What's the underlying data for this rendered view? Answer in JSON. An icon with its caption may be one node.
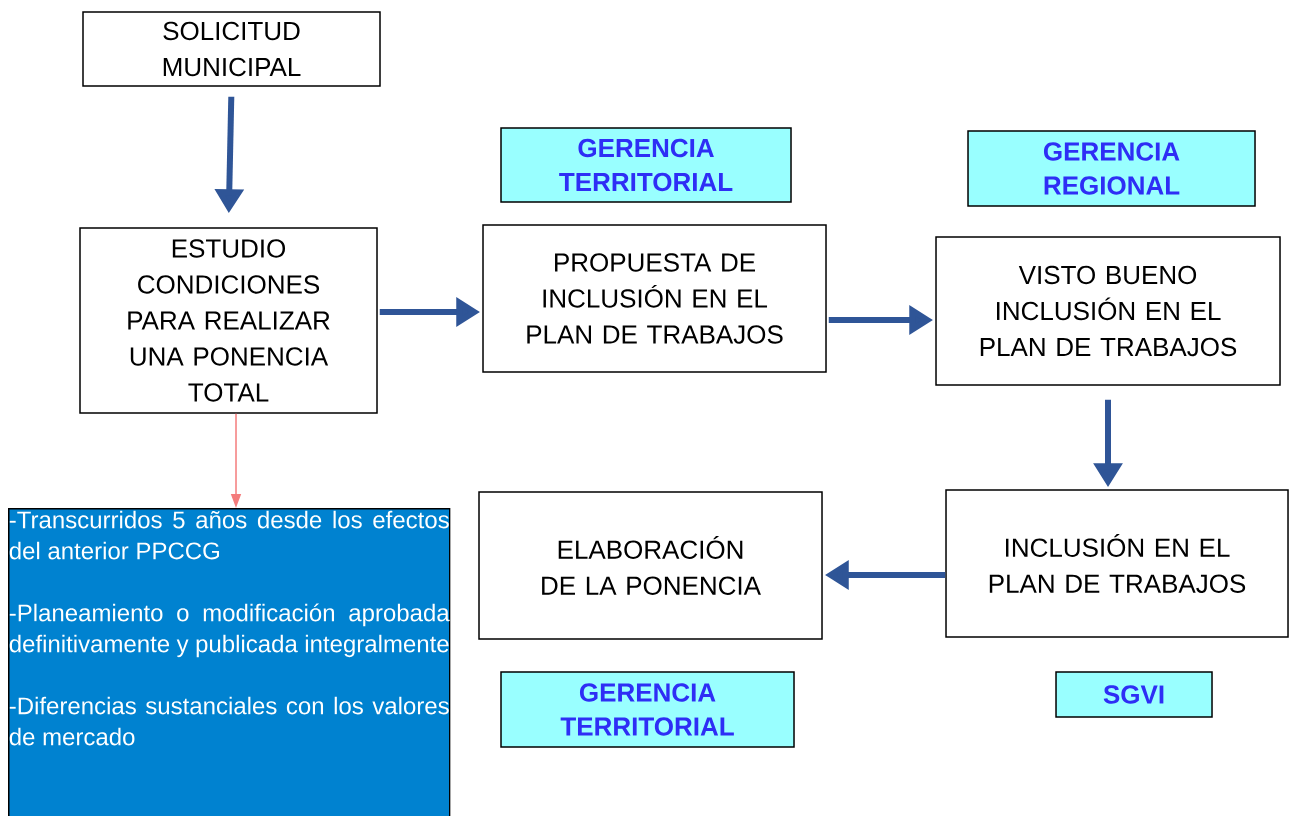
{
  "diagram": {
    "nodes": [
      {
        "text": [
          "SOLICITUD MUNICIPAL"
        ]
      },
      {
        "text": [
          "ESTUDIO CONDICIONES PARA REALIZAR UNA PONENCIA TOTAL"
        ]
      },
      {
        "text": [
          "GERENCIA TERRITORIAL"
        ]
      },
      {
        "text": [
          "PROPUESTA DE INCLUSIÓN EN EL PLAN DE TRABAJOS"
        ]
      },
      {
        "text": [
          "GERENCIA REGIONAL"
        ]
      },
      {
        "text": [
          "VISTO BUENO INCLUSIÓN EN EL PLAN DE TRABAJOS"
        ]
      },
      {
        "text": [
          "-Transcurridos 5 años desde los efectos del anterior PPCCG",
          "-Planeamiento o modificación aprobada definitivamente y publicada integralmente",
          "-Diferencias sustanciales con los valores de mercado"
        ]
      },
      {
        "text": [
          "ELABORACIÓN DE LA PONENCIA"
        ]
      },
      {
        "text": [
          "INCLUSIÓN EN EL PLAN DE TRABAJOS"
        ]
      },
      {
        "text": [
          "GERENCIA TERRITORIAL"
        ]
      },
      {
        "text": [
          "SGVI"
        ]
      }
    ],
    "edges": [
      {
        "from": 0,
        "to": 1,
        "arrow": "to"
      },
      {
        "from": 1,
        "to": 3,
        "arrow": "to"
      },
      {
        "from": 3,
        "to": 5,
        "arrow": "to"
      },
      {
        "from": 5,
        "to": 8,
        "arrow": "to"
      },
      {
        "from": 8,
        "to": 7,
        "arrow": "to"
      },
      {
        "from": 1,
        "to": 6,
        "arrow": "to",
        "color": "#f47c7c"
      }
    ]
  }
}
